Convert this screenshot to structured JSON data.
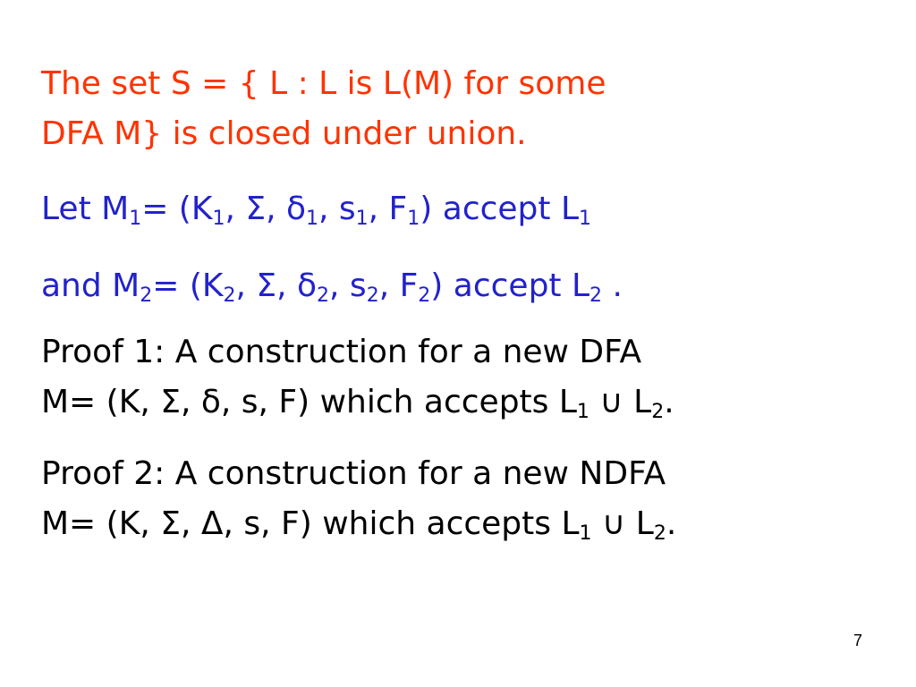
{
  "colors": {
    "title_text": "#ff3300",
    "definition_text": "#2222cc",
    "proof_text": "#000000",
    "background": "#ffffff"
  },
  "claim": {
    "line1": "The set S =  { L : L is L(M) for some",
    "line2": "DFA M} is closed under union."
  },
  "dfa1": {
    "prefix": "Let M",
    "m_sub": "1",
    "eq_open": "= (K",
    "k_sub": "1",
    "sigma": ", Σ, δ",
    "delta_sub": "1",
    "s": ", s",
    "s_sub": "1",
    "f": ", F",
    "f_sub": "1",
    "accept": ") accept L",
    "l_sub": "1"
  },
  "dfa2": {
    "prefix": "and M",
    "m_sub": "2",
    "eq_open": "= (K",
    "k_sub": "2",
    "sigma": ", Σ, δ",
    "delta_sub": "2",
    "s": ", s",
    "s_sub": "2",
    "f": ", F",
    "f_sub": "2",
    "accept": ") accept L",
    "l_sub": "2",
    "end": " ."
  },
  "proof1": {
    "line1": "Proof 1: A construction for a new DFA",
    "line2_main": "M= (K, Σ, δ, s, F) which accepts L",
    "l1_sub": "1",
    "union": " ∪ L",
    "l2_sub": "2",
    "end": "."
  },
  "proof2": {
    "line1": "Proof 2: A construction for a new NDFA",
    "line2_main": "M= (K, Σ, Δ, s, F) which accepts L",
    "l1_sub": "1",
    "union": " ∪ L",
    "l2_sub": "2",
    "end": "."
  },
  "slide_number": "7"
}
